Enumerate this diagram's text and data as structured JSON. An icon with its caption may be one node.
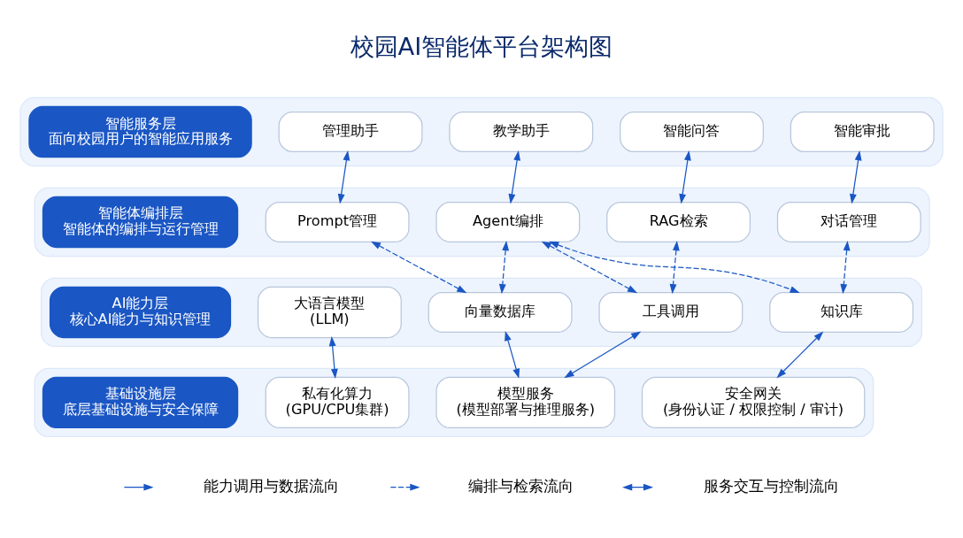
{
  "diagram": {
    "title": "校园AI智能体平台架构图",
    "nodes": [
      {
        "text": [],
        "shape": "box"
      },
      {
        "text": [
          "智能服务层",
          "面向校园用户的智能应用服务"
        ],
        "in": 0
      },
      {
        "text": [
          "教学助手"
        ],
        "in": 0
      },
      {
        "text": [
          "管理助手"
        ],
        "in": 0
      },
      {
        "text": [
          "智能问答"
        ],
        "in": 0
      },
      {
        "text": [
          "智能审批"
        ],
        "in": 0
      },
      {
        "text": [],
        "shape": "box"
      },
      {
        "text": [
          "智能体编排层",
          "智能体的编排与运行管理"
        ],
        "in": 6
      },
      {
        "text": [
          "Agent编排"
        ],
        "in": 6
      },
      {
        "text": [
          "Prompt管理"
        ],
        "in": 6
      },
      {
        "text": [
          "RAG检索"
        ],
        "in": 6
      },
      {
        "text": [
          "对话管理"
        ],
        "in": 6
      },
      {
        "text": [],
        "shape": "box"
      },
      {
        "text": [
          "AI能力层",
          "核心AI能力与知识管理"
        ],
        "in": 12
      },
      {
        "text": [
          "大语言模型",
          "(LLM)"
        ],
        "in": 12
      },
      {
        "text": [
          "向量数据库"
        ],
        "in": 12
      },
      {
        "text": [
          "工具调用"
        ],
        "in": 12
      },
      {
        "text": [
          "知识库"
        ],
        "in": 12
      },
      {
        "text": [],
        "shape": "box"
      },
      {
        "text": [
          "基础设施层",
          "底层基础设施与安全保障"
        ],
        "in": 18
      },
      {
        "text": [
          "私有化算力",
          "(GPU/CPU集群)"
        ],
        "in": 18
      },
      {
        "text": [
          "模型服务",
          "(模型部署与推理服务)"
        ],
        "in": 18
      },
      {
        "text": [
          "安全网关",
          "(身份认证 / 权限控制 / 审计)"
        ],
        "in": 18
      }
    ],
    "edges": [
      {
        "from": 2,
        "to": 8,
        "arrow": "both"
      },
      {
        "from": 3,
        "to": 9,
        "arrow": "both"
      },
      {
        "from": 4,
        "to": 10,
        "arrow": "both"
      },
      {
        "from": 5,
        "to": 11,
        "arrow": "both"
      },
      {
        "from": 9,
        "to": 15,
        "arrow": "both",
        "style": "dashed"
      },
      {
        "from": 10,
        "to": 16,
        "arrow": "both",
        "style": "dashed"
      },
      {
        "from": 11,
        "to": 17,
        "arrow": "both",
        "style": "dashed"
      },
      {
        "from": 8,
        "to": 15,
        "arrow": "both",
        "style": "dashed"
      },
      {
        "from": 8,
        "to": 16,
        "arrow": "both",
        "style": "dashed"
      },
      {
        "from": 8,
        "to": 17,
        "arrow": "both",
        "style": "dashed"
      },
      {
        "from": 14,
        "to": 20,
        "arrow": "both"
      },
      {
        "from": 15,
        "to": 21,
        "arrow": "both"
      },
      {
        "from": 16,
        "to": 21,
        "arrow": "both"
      },
      {
        "from": 17,
        "to": 22,
        "arrow": "both"
      }
    ],
    "legend": [
      {
        "text": "能力调用与数据流向"
      },
      {
        "text": "编排与检索流向"
      },
      {
        "text": "服务交互与控制流向"
      }
    ]
  }
}
